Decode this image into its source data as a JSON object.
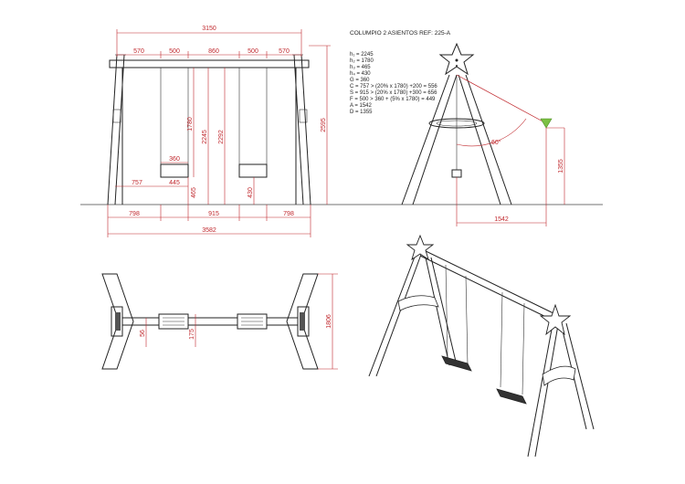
{
  "drawing": {
    "title": "COLUMPIO 2 ASIENTOS REF: 225-A",
    "spec_list": [
      "h₁ = 2245",
      "h₂ = 1780",
      "h₃ = 465",
      "h₄ = 430",
      "G = 360",
      "C = 757 > (20% x 1780) +200 = 556",
      "S = 915 > (20% x 1780) +300 = 656",
      "F = 500 > 360 + (5% x 1780) = 449",
      "A = 1542",
      "D = 1355"
    ],
    "front_view": {
      "top_width": "3150",
      "segments": [
        "570",
        "500",
        "860",
        "500",
        "570"
      ],
      "seat_width": "360",
      "seat_gap": "445",
      "ground_clear_1": "465",
      "ground_clear_2": "430",
      "chain_height": "1780",
      "height_2245": "2245",
      "height_2292": "2292",
      "total_height": "2595",
      "offset_left": "757",
      "bottom_left": "798",
      "bottom_mid": "915",
      "bottom_right": "798",
      "overall_width": "3582"
    },
    "side_view": {
      "angle": "60°",
      "height": "1355",
      "base": "1542"
    },
    "plan_view": {
      "depth": "1806",
      "dim_56": "56",
      "dim_175": "175"
    }
  }
}
